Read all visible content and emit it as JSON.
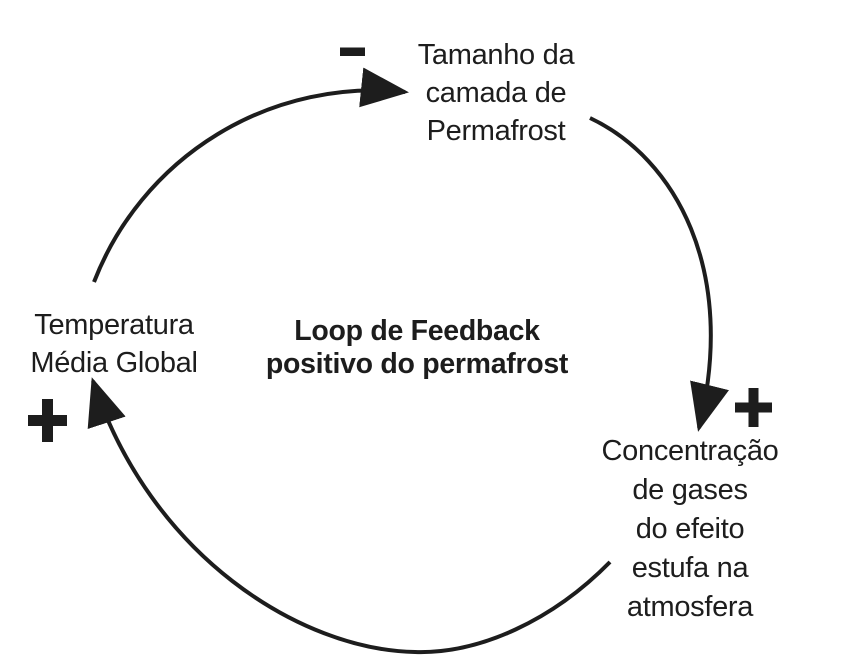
{
  "colors": {
    "ink": "#1d1d1d",
    "background": "#ffffff"
  },
  "diagram": {
    "title": "Loop de Feedback\npositivo do permafrost",
    "nodes": [
      {
        "id": "permafrost-size",
        "label": "Tamanho da\ncamada de\nPermafrost"
      },
      {
        "id": "ghg-concentration",
        "label": "Concentração de gases\ndo efeito estufa na\natmosfera"
      },
      {
        "id": "global-temperature",
        "label": "Temperatura\nMédia Global"
      }
    ],
    "links": [
      {
        "from": "global-temperature",
        "to": "permafrost-size",
        "polarity": "−"
      },
      {
        "from": "permafrost-size",
        "to": "ghg-concentration",
        "polarity": "+"
      },
      {
        "from": "ghg-concentration",
        "to": "global-temperature",
        "polarity": "+"
      }
    ]
  }
}
